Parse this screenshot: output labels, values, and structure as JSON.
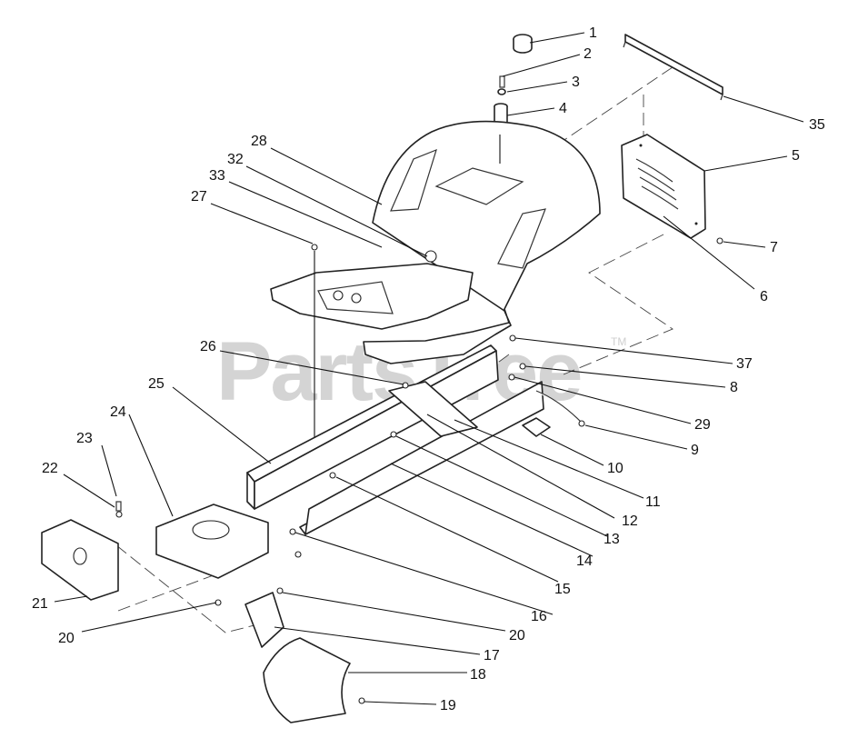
{
  "watermark": {
    "brand": "PartsTree",
    "trademark": "TM"
  },
  "callouts": [
    {
      "id": "c1",
      "label": "1"
    },
    {
      "id": "c2",
      "label": "2"
    },
    {
      "id": "c3",
      "label": "3"
    },
    {
      "id": "c4",
      "label": "4"
    },
    {
      "id": "c35",
      "label": "35"
    },
    {
      "id": "c5",
      "label": "5"
    },
    {
      "id": "c28",
      "label": "28"
    },
    {
      "id": "c32",
      "label": "32"
    },
    {
      "id": "c33",
      "label": "33"
    },
    {
      "id": "c27",
      "label": "27"
    },
    {
      "id": "c7",
      "label": "7"
    },
    {
      "id": "c6",
      "label": "6"
    },
    {
      "id": "c26",
      "label": "26"
    },
    {
      "id": "c37",
      "label": "37"
    },
    {
      "id": "c25",
      "label": "25"
    },
    {
      "id": "c8",
      "label": "8"
    },
    {
      "id": "c29",
      "label": "29"
    },
    {
      "id": "c24",
      "label": "24"
    },
    {
      "id": "c9",
      "label": "9"
    },
    {
      "id": "c23",
      "label": "23"
    },
    {
      "id": "c10",
      "label": "10"
    },
    {
      "id": "c22",
      "label": "22"
    },
    {
      "id": "c11",
      "label": "11"
    },
    {
      "id": "c12",
      "label": "12"
    },
    {
      "id": "c13",
      "label": "13"
    },
    {
      "id": "c14",
      "label": "14"
    },
    {
      "id": "c15",
      "label": "15"
    },
    {
      "id": "c21",
      "label": "21"
    },
    {
      "id": "c16",
      "label": "16"
    },
    {
      "id": "c20a",
      "label": "20"
    },
    {
      "id": "c20b",
      "label": "20"
    },
    {
      "id": "c17",
      "label": "17"
    },
    {
      "id": "c18",
      "label": "18"
    },
    {
      "id": "c19",
      "label": "19"
    }
  ]
}
